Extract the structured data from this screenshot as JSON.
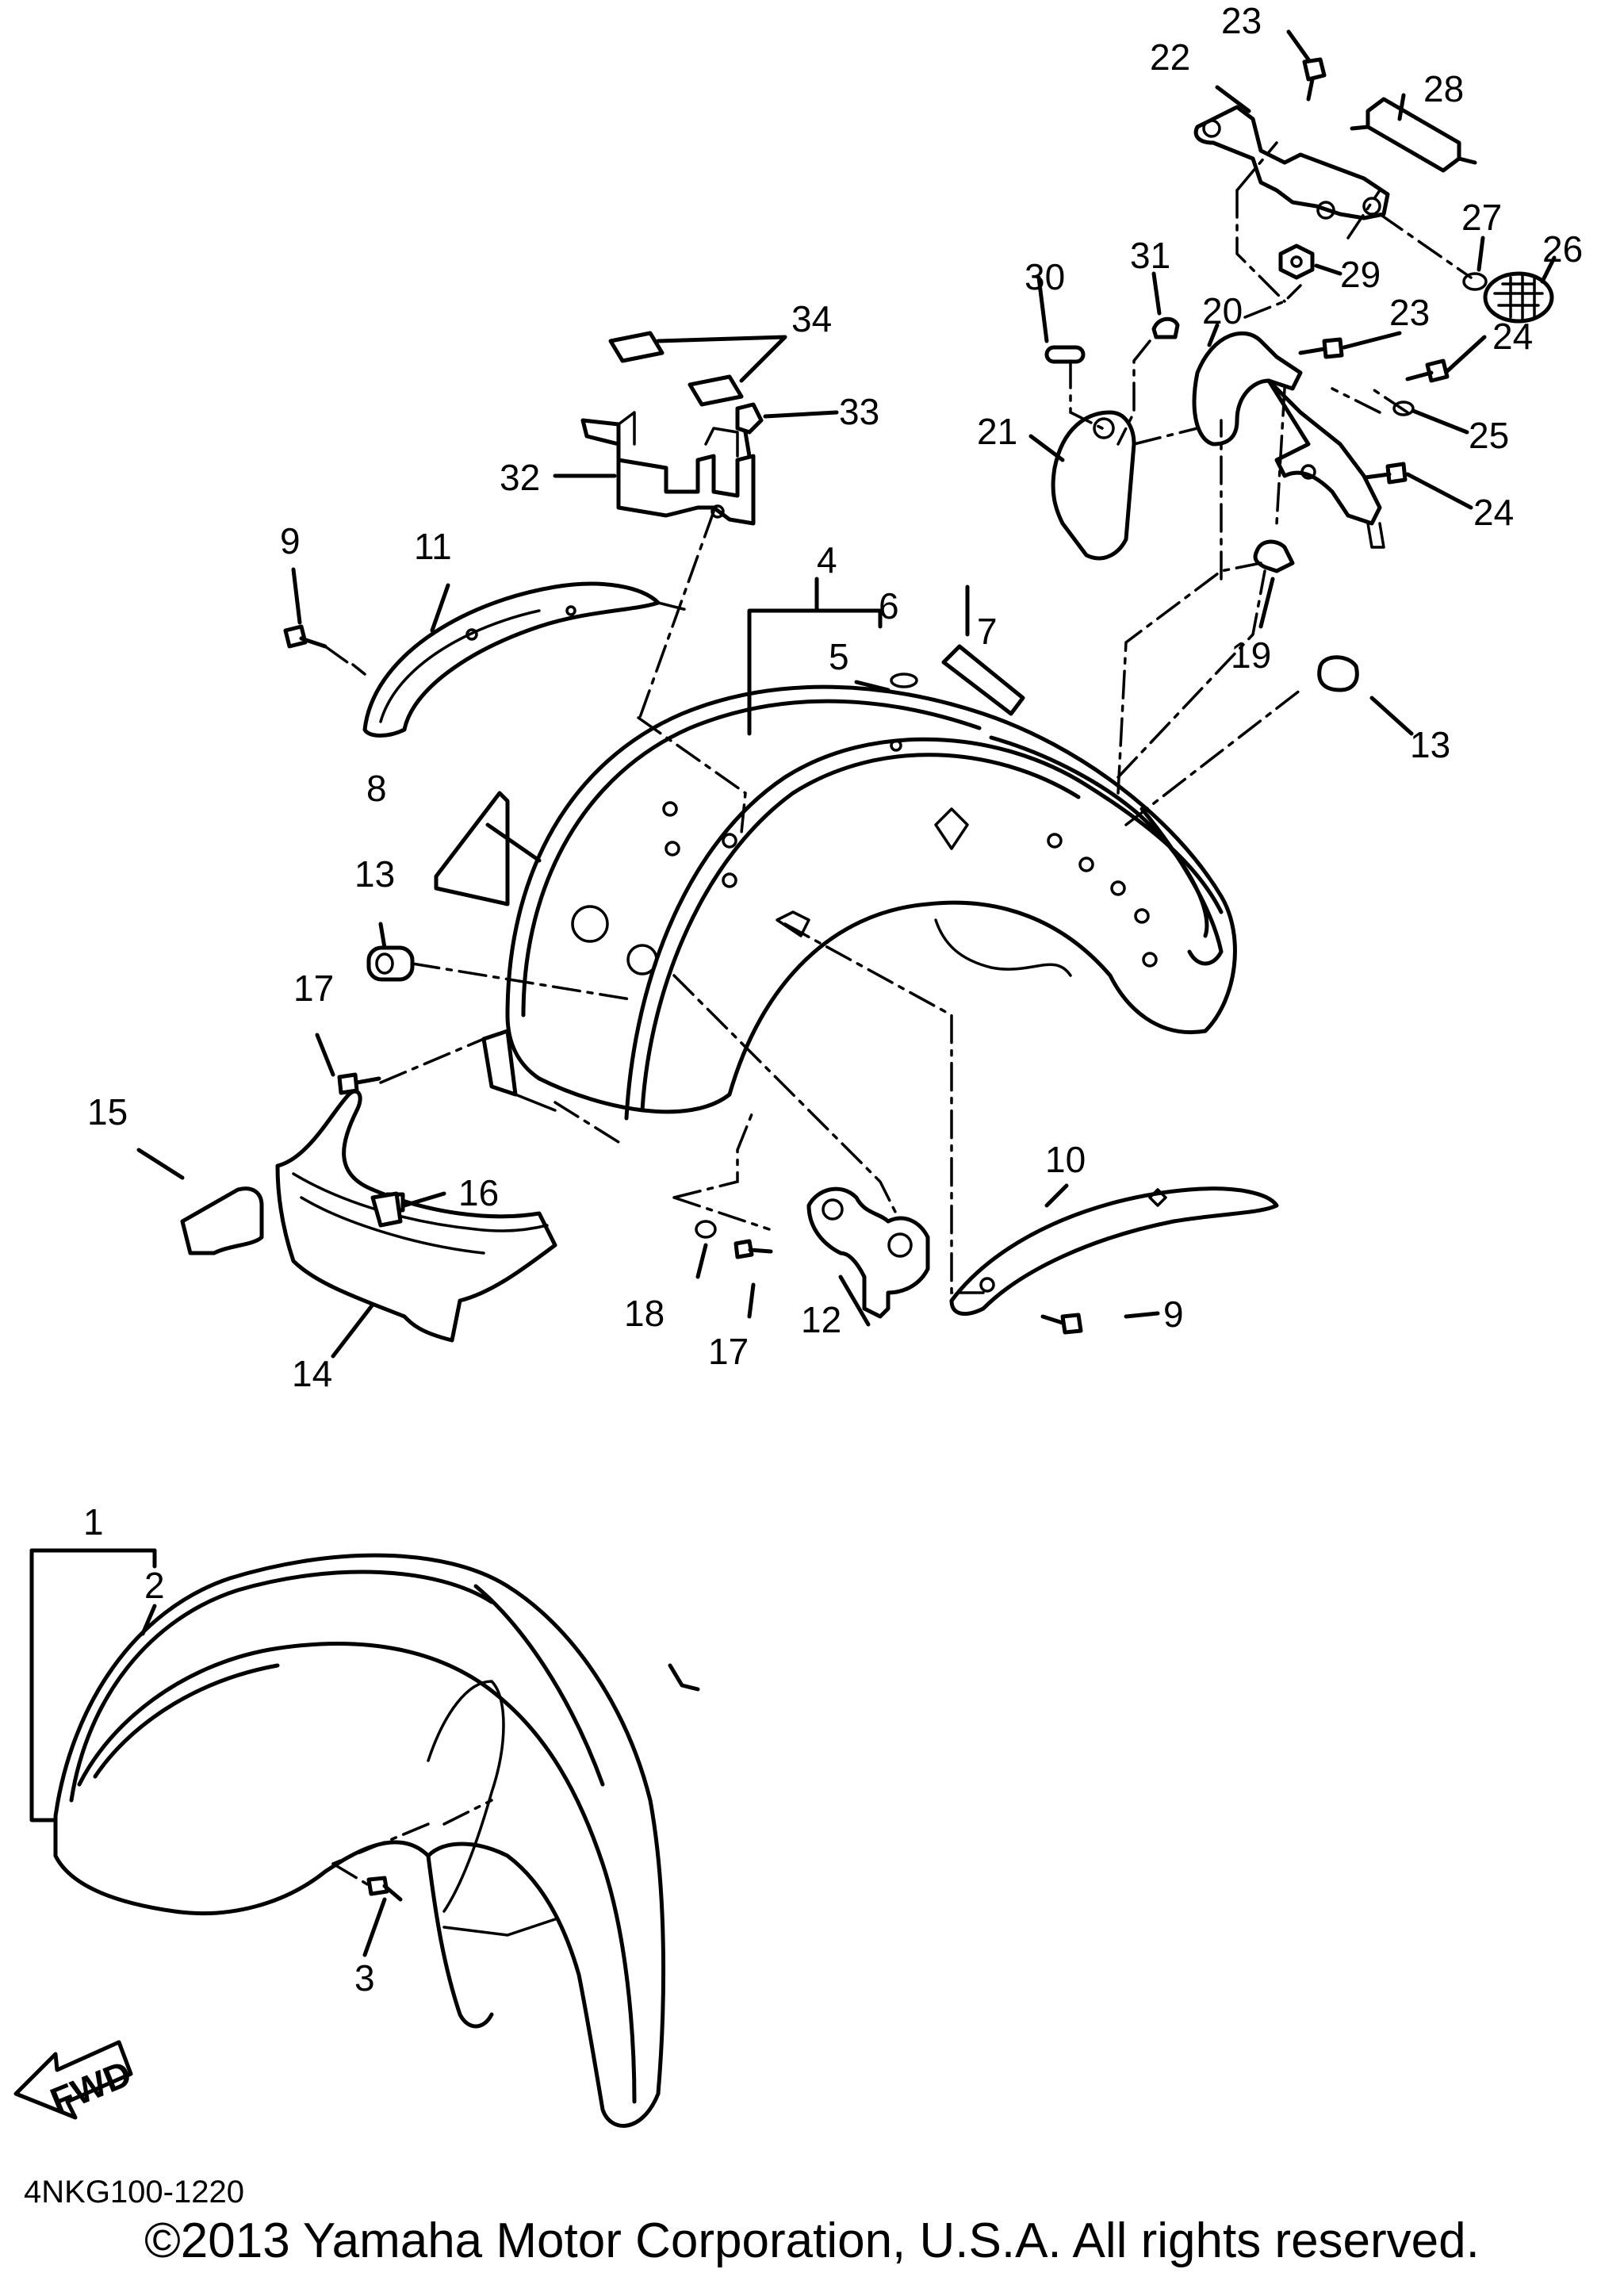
{
  "callouts": [
    {
      "num": "1"
    },
    {
      "num": "2"
    },
    {
      "num": "3"
    },
    {
      "num": "4"
    },
    {
      "num": "5"
    },
    {
      "num": "6"
    },
    {
      "num": "7"
    },
    {
      "num": "8"
    },
    {
      "num": "9"
    },
    {
      "num": "9"
    },
    {
      "num": "10"
    },
    {
      "num": "11"
    },
    {
      "num": "12"
    },
    {
      "num": "13"
    },
    {
      "num": "13"
    },
    {
      "num": "14"
    },
    {
      "num": "15"
    },
    {
      "num": "16"
    },
    {
      "num": "17"
    },
    {
      "num": "17"
    },
    {
      "num": "18"
    },
    {
      "num": "19"
    },
    {
      "num": "20"
    },
    {
      "num": "21"
    },
    {
      "num": "22"
    },
    {
      "num": "23"
    },
    {
      "num": "23"
    },
    {
      "num": "24"
    },
    {
      "num": "24"
    },
    {
      "num": "25"
    },
    {
      "num": "26"
    },
    {
      "num": "27"
    },
    {
      "num": "28"
    },
    {
      "num": "29"
    },
    {
      "num": "30"
    },
    {
      "num": "31"
    },
    {
      "num": "32"
    },
    {
      "num": "33"
    },
    {
      "num": "34"
    }
  ],
  "fwd_badge": "FWD",
  "ref_code": "4NKG100-1220",
  "copyright": "©2013 Yamaha Motor Corporation, U.S.A. All rights reserved."
}
